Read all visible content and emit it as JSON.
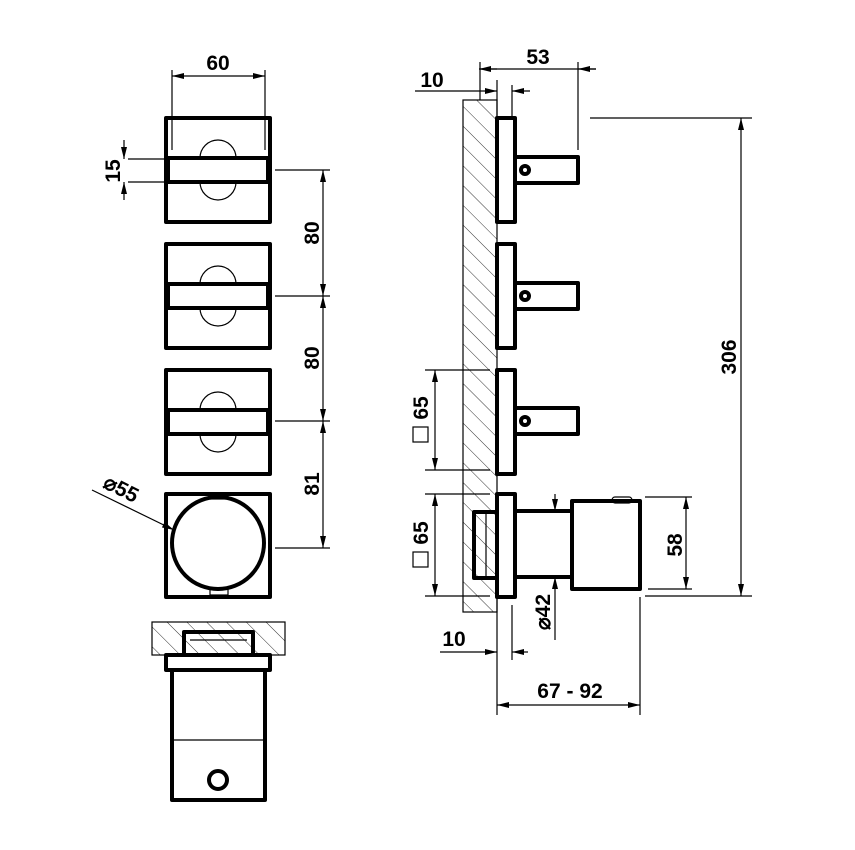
{
  "front_view": {
    "width_label": "60",
    "handle_label": "15",
    "spacing_labels": [
      "80",
      "80",
      "81"
    ],
    "diameter_label": "⌀55"
  },
  "side_view": {
    "wall_label": "10",
    "depth_label": "53",
    "height_label": "306",
    "plate_labels": [
      "65",
      "65"
    ],
    "handle_height_label": "58",
    "stem_diameter_label": "⌀42",
    "plate_thickness_label": "10",
    "projection_label": "67 - 92"
  },
  "colors": {
    "line": "#000000",
    "background": "#ffffff"
  }
}
